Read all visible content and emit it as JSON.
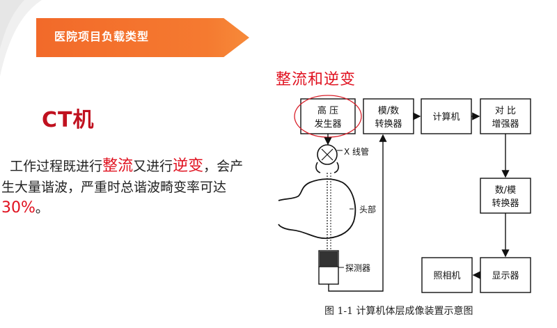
{
  "slide": {
    "title": "医院项目负载类型",
    "heading": "CT机",
    "body": {
      "part1": "工作过程既进行",
      "hl1": "整流",
      "part2": "又进行",
      "hl2": "逆变",
      "part3": "，会产生大量谐波，严重时总谐波畸变率可达",
      "hl3": "30%",
      "part4": "。"
    },
    "annotation": "整流和逆变"
  },
  "diagram": {
    "blocks": {
      "generator_line1": "高  压",
      "generator_line2": "发生器",
      "adc_line1": "模/数",
      "adc_line2": "转换器",
      "computer": "计算机",
      "contrast_line1": "对  比",
      "contrast_line2": "增强器",
      "dac_line1": "数/模",
      "dac_line2": "转换器",
      "display": "显示器",
      "camera": "照相机"
    },
    "labels": {
      "xray_tube": "X 线管",
      "head": "头部",
      "detector": "探测器"
    },
    "caption": "图 1-1   计算机体层成像装置示意图"
  },
  "colors": {
    "accent": "#f26a2a",
    "highlight_red": "#e0111f"
  }
}
